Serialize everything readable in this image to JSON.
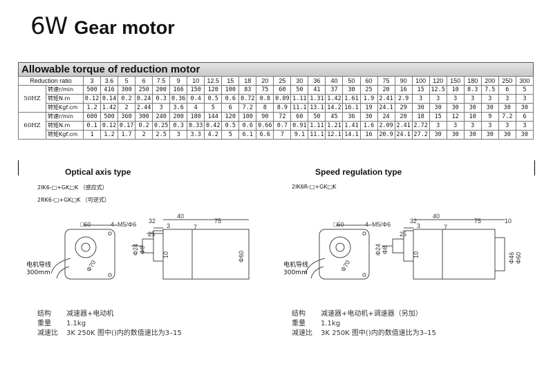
{
  "title": {
    "power": "6W",
    "name": "Gear motor"
  },
  "torque_table": {
    "heading": "Allowable torque of reduction motor",
    "ratio_label": "Reduction ratio",
    "ratios": [
      "3",
      "3.6",
      "5",
      "6",
      "7.5",
      "9",
      "10",
      "12.5",
      "15",
      "18",
      "20",
      "25",
      "30",
      "36",
      "40",
      "50",
      "60",
      "75",
      "90",
      "100",
      "120",
      "150",
      "180",
      "200",
      "250",
      "300"
    ],
    "groups": [
      {
        "freq": "50HZ",
        "rows": [
          {
            "label": "转速r/min",
            "values": [
              "500",
              "416",
              "300",
              "250",
              "200",
              "166",
              "150",
              "120",
              "100",
              "83",
              "75",
              "60",
              "50",
              "41",
              "37",
              "30",
              "25",
              "20",
              "16",
              "15",
              "12.5",
              "10",
              "8.3",
              "7.5",
              "6",
              "5"
            ]
          },
          {
            "label": "转矩N.m",
            "values": [
              "0.12",
              "0.14",
              "0.2",
              "0.24",
              "0.3",
              "0.36",
              "0.4",
              "0.5",
              "0.6",
              "0.72",
              "0.8",
              "0.89",
              "1.11",
              "1.31",
              "1.42",
              "1.61",
              "1.9",
              "2.41",
              "2.9",
              "3",
              "3",
              "3",
              "3",
              "3",
              "3",
              "3"
            ]
          },
          {
            "label": "转矩Kgf.cm",
            "values": [
              "1.2",
              "1.42",
              "2",
              "2.44",
              "3",
              "3.6",
              "4",
              "5",
              "6",
              "7.2",
              "8",
              "8.9",
              "11.1",
              "13.1",
              "14.2",
              "16.1",
              "19",
              "24.1",
              "29",
              "30",
              "30",
              "30",
              "30",
              "30",
              "30",
              "30"
            ]
          }
        ]
      },
      {
        "freq": "60HZ",
        "rows": [
          {
            "label": "转速r/min",
            "values": [
              "600",
              "500",
              "360",
              "300",
              "240",
              "200",
              "180",
              "144",
              "120",
              "100",
              "90",
              "72",
              "60",
              "50",
              "45",
              "36",
              "30",
              "24",
              "20",
              "18",
              "15",
              "12",
              "10",
              "9",
              "7.2",
              "6"
            ]
          },
          {
            "label": "转矩N.m",
            "values": [
              "0.1",
              "0.12",
              "0.17",
              "0.2",
              "0.25",
              "0.3",
              "0.33",
              "0.42",
              "0.5",
              "0.6",
              "0.66",
              "0.7",
              "0.91",
              "1.11",
              "1.21",
              "1.41",
              "1.6",
              "2.09",
              "2.41",
              "2.72",
              "3",
              "3",
              "3",
              "3",
              "3",
              "3"
            ]
          },
          {
            "label": "转矩Kgf.cm",
            "values": [
              "1",
              "1.2",
              "1.7",
              "2",
              "2.5",
              "3",
              "3.3",
              "4.2",
              "5",
              "6.1",
              "6.6",
              "7",
              "9.1",
              "11.1",
              "12.1",
              "14.1",
              "16",
              "20.9",
              "24.1",
              "27.2",
              "30",
              "30",
              "30",
              "30",
              "30",
              "30"
            ]
          }
        ]
      }
    ]
  },
  "left": {
    "heading": "Optical axis type",
    "model1": "2IK6-□+GK□K （感应式）",
    "model2": "2RK6-□+GK□K （可逆式）",
    "dims": {
      "sq": "□60",
      "hole": "4–M5/Φ6",
      "d32": "32",
      "d40": "40",
      "d75": "75",
      "d25": "25",
      "d3": "3",
      "d7": "7",
      "d10": "10",
      "phi24": "Φ24",
      "phi8": "Φ8",
      "phi70": "Φ70",
      "phi60": "Φ60",
      "wire": "电机导线",
      "wire_len": "300mm"
    },
    "spec": {
      "k1": "结构",
      "v1": "减速器+电动机",
      "k2": "重量",
      "v2": "1.1kg",
      "k3": "减速比",
      "v3": "3K 250K 图中()内的数值速比为3–15"
    }
  },
  "right": {
    "heading": "Speed regulation type",
    "model1": "2IK6R-□+GK□K",
    "dims": {
      "sq": "□60",
      "hole": "4–M5/Φ6",
      "d32": "32",
      "d40": "40",
      "d75": "75",
      "d10top": "10",
      "d25": "25",
      "d3": "3",
      "d7": "7",
      "d10": "10",
      "phi24": "Φ24",
      "phi8": "Φ8",
      "phi70": "Φ70",
      "phi46": "Φ46",
      "phi60": "Φ60",
      "wire": "电机导线",
      "wire_len": "300mm"
    },
    "spec": {
      "k1": "结构",
      "v1": "减速器+电动机+调速器（另加）",
      "k2": "重量",
      "v2": "1.1kg",
      "k3": "减速比",
      "v3": "3K 250K 图中()内的数值速比为3–15"
    }
  }
}
